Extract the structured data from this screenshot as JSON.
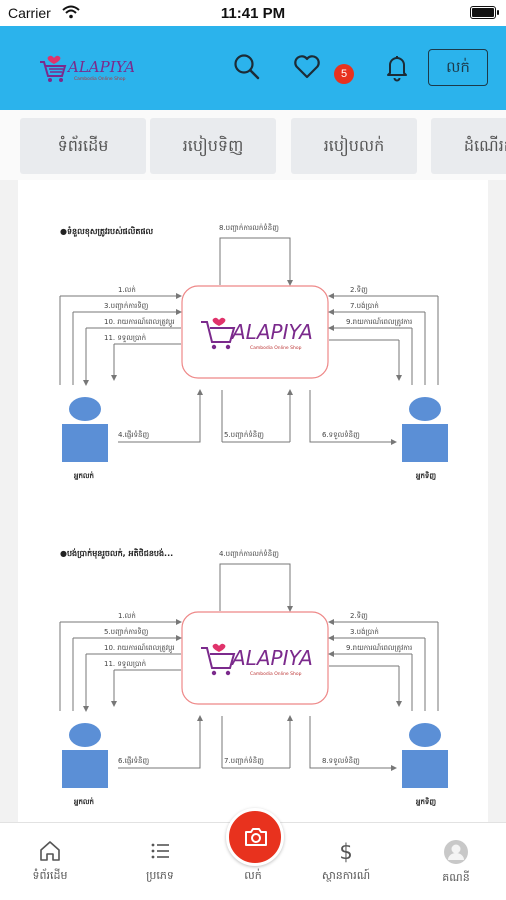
{
  "status_bar": {
    "carrier": "Carrier",
    "time": "11:41 PM"
  },
  "header": {
    "logo_text": "ALAPIYA",
    "logo_tagline": "Cambodia Online Shop",
    "favorites_badge": "5",
    "sell_button": "លក់"
  },
  "tabs": [
    "ទំព័រដើម",
    "របៀបទិញ",
    "របៀបលក់",
    "ដំណើរការ"
  ],
  "diagram1": {
    "title": "●ទំនួលខុសត្រូវរបស់ផលិតផល",
    "top_label": "8.បញ្ជាក់ការលក់ទំនិញ",
    "left_labels": [
      "1.លក់",
      "3.បញ្ជាក់ការទិញ",
      "10. រាយការណ៍ពេលត្រូវប្តូរ",
      "11. ទទួលប្រាក់"
    ],
    "right_labels": [
      "2.ទិញ",
      "7.បង់ប្រាក់",
      "9.រាយការណ៍ពេលត្រូវការ"
    ],
    "bottom_labels": [
      "4.ផ្ញើរទំនិញ",
      "5.បញ្ជាក់ទំនិញ",
      "6.ទទួលទំនិញ"
    ],
    "seller_label": "អ្នកលក់",
    "buyer_label": "អ្នកទិញ"
  },
  "diagram2": {
    "title": "●បង់ប្រាក់មុនរួចលក់, អតិថិជនបង់...",
    "top_label": "4.បញ្ជាក់ការលក់ទំនិញ",
    "left_labels": [
      "1.លក់",
      "5.បញ្ជាក់ការទិញ",
      "10. រាយការណ៍ពេលត្រូវប្តូរ",
      "11. ទទួលប្រាក់"
    ],
    "right_labels": [
      "2.ទិញ",
      "3.បង់ប្រាក់",
      "9.រាយការណ៍ពេលត្រូវការ"
    ],
    "bottom_labels": [
      "6.ផ្ញើរទំនិញ",
      "7.បញ្ជាក់ទំនិញ",
      "8.ទទួលទំនិញ"
    ],
    "seller_label": "អ្នកលក់",
    "buyer_label": "អ្នកទិញ"
  },
  "bottom_nav": {
    "home": "ទំព័រដើម",
    "categories": "ប្រភេទ",
    "sell": "លក់",
    "pricing": "ស្ថានការណ៍",
    "account": "គណនី"
  },
  "colors": {
    "header_bg": "#2bb3ec",
    "accent_red": "#e8321e",
    "logo_purple": "#7b2a8c",
    "person_blue": "#5b8fd6"
  }
}
